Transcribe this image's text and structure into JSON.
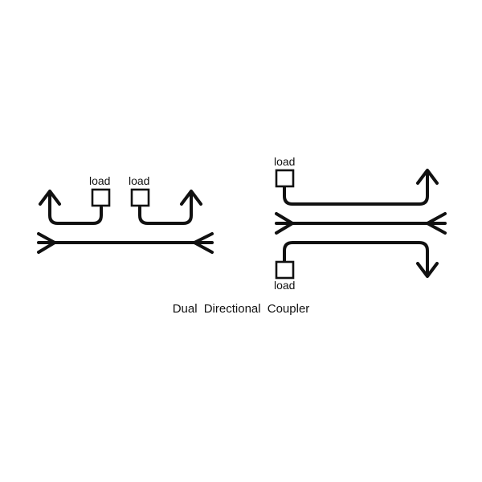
{
  "diagram": {
    "caption": "Dual Directional Coupler",
    "load_labels": [
      "load",
      "load",
      "load",
      "load"
    ],
    "stroke_color": "#111111",
    "background_color": "#ffffff"
  }
}
